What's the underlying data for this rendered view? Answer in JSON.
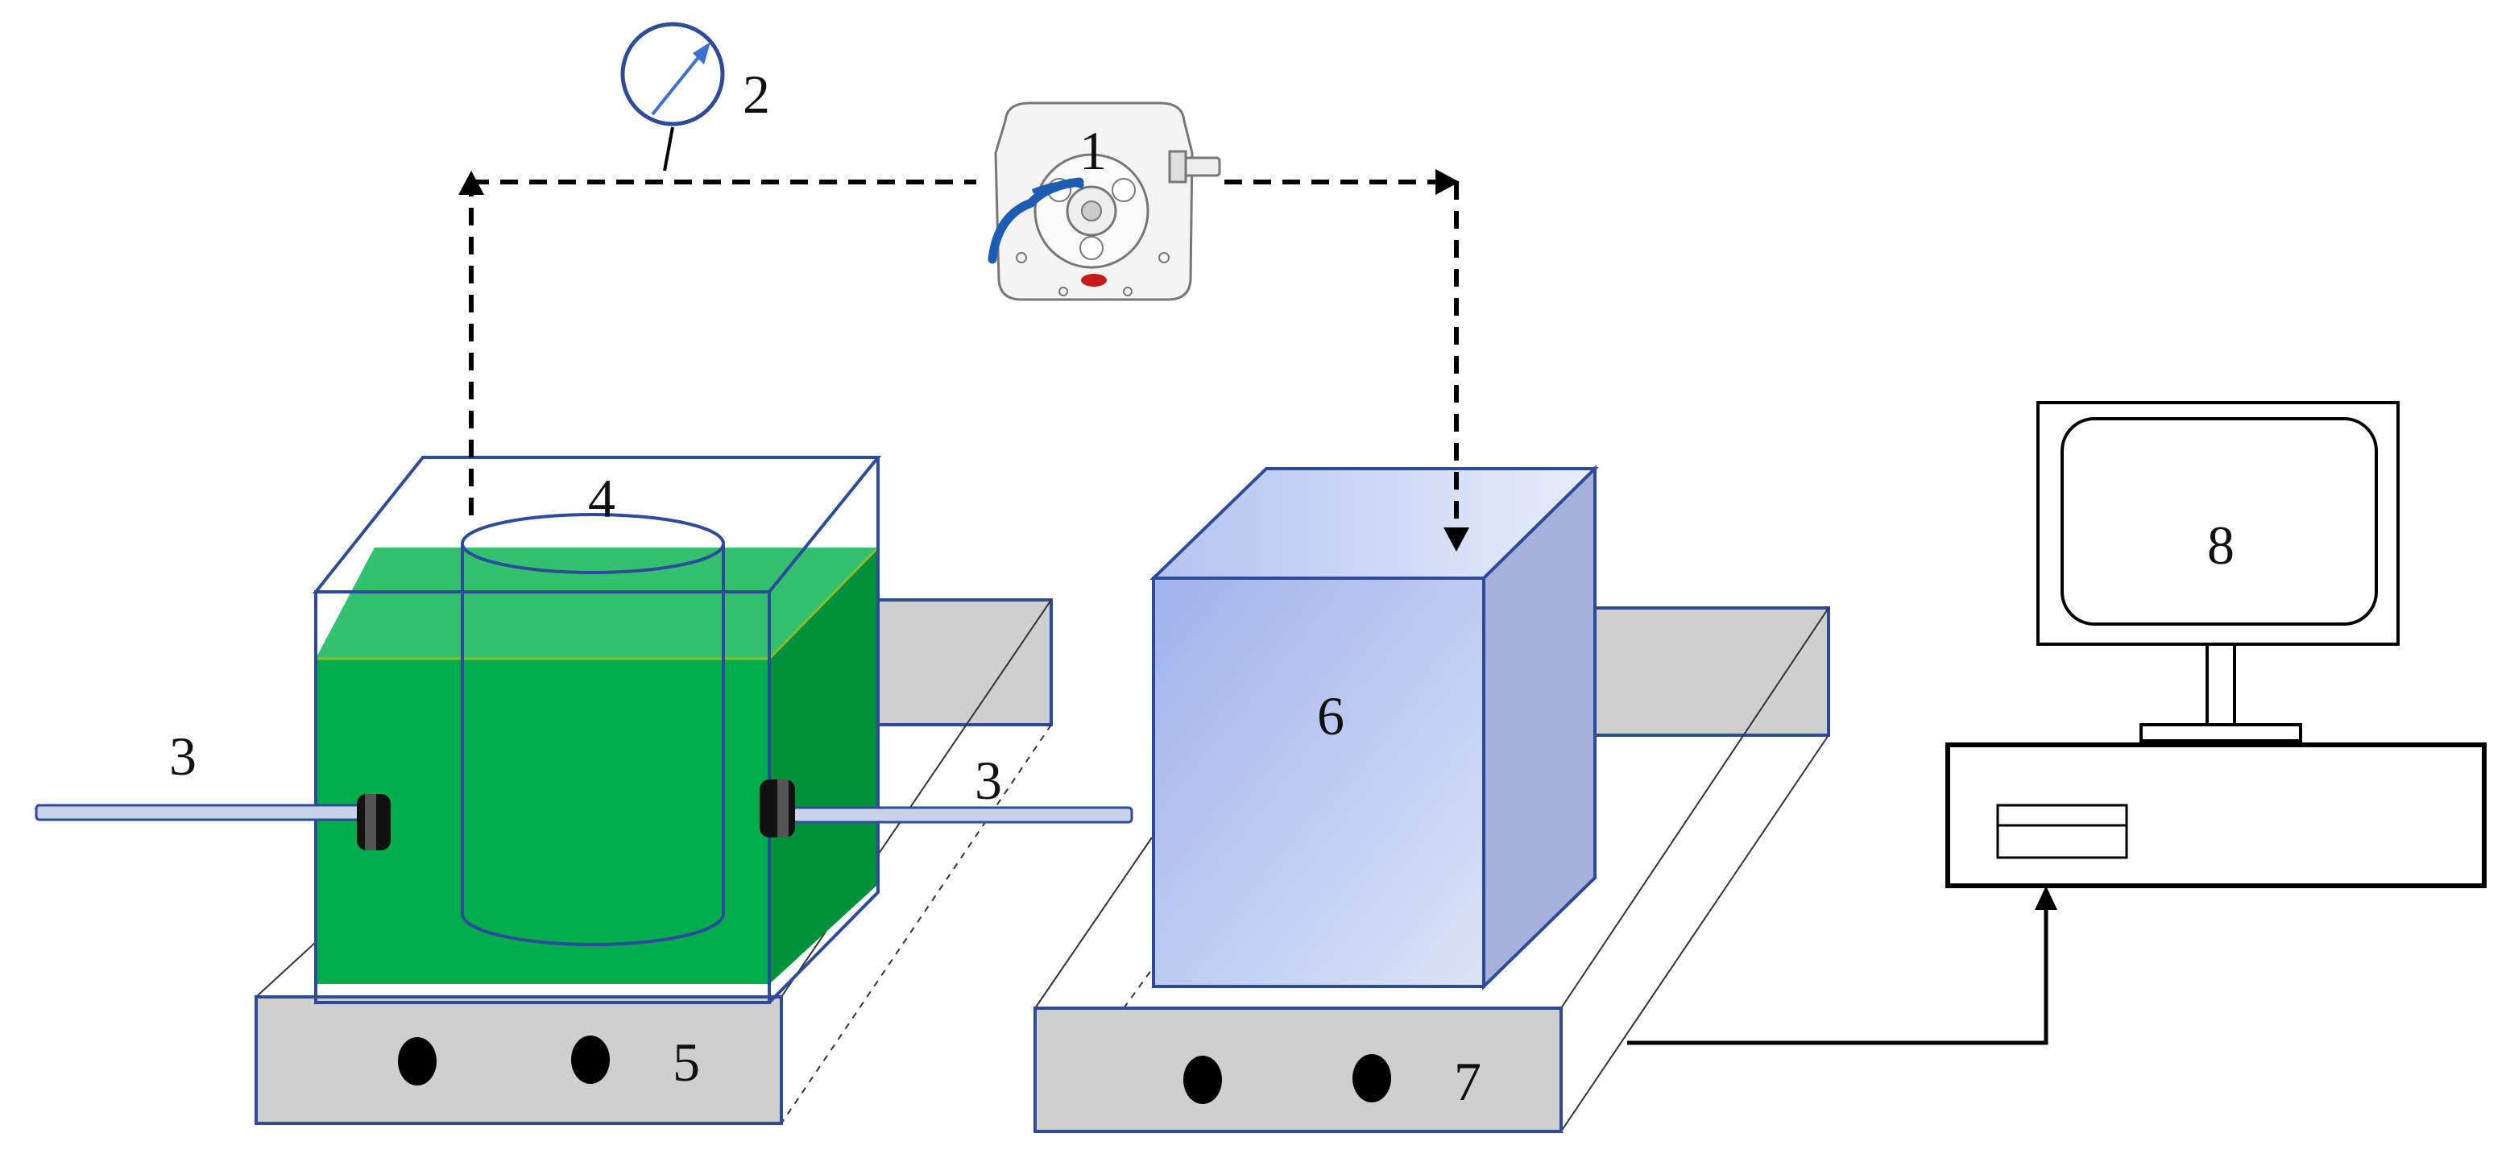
{
  "labels": {
    "pump": "1",
    "gauge": "2",
    "electrode_left": "3",
    "electrode_right": "3",
    "cylinder": "4",
    "left_stand": "5",
    "reservoir": "6",
    "right_stand": "7",
    "computer": "8"
  },
  "colors": {
    "outline": "#2e4a9a",
    "tank_front": "#00ad4c",
    "tank_top": "#33c06f",
    "tank_side": "#00913c",
    "stand_gray": "#d0cfcf",
    "reservoir_front": "#b0c2ee",
    "reservoir_top": "#c7d4f3",
    "reservoir_side": "#a6b1d9",
    "tube_blue": "#1c5db3",
    "pump_red": "#c81a1a"
  }
}
